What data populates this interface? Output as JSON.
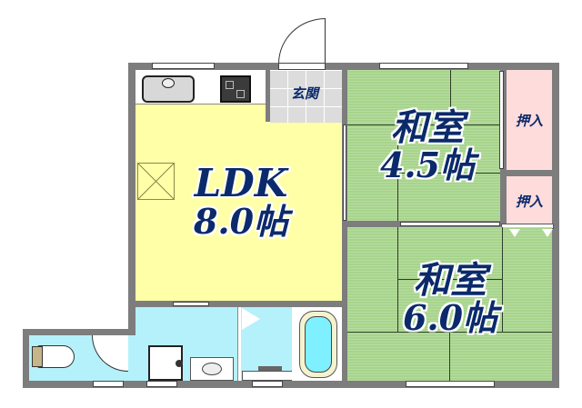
{
  "floorplan": {
    "rooms": {
      "ldk": {
        "name": "LDK",
        "size": "8.0帖"
      },
      "genkan": {
        "name": "玄関"
      },
      "washitsu_1": {
        "name": "和室",
        "size": "4.5帖"
      },
      "washitsu_2": {
        "name": "和室",
        "size": "6.0帖"
      },
      "closet_1": {
        "name": "押入"
      },
      "closet_2": {
        "name": "押入"
      }
    },
    "colors": {
      "wall": "#7d7d7d",
      "ldk": "#ffffa8",
      "tatami": "#a7d48c",
      "closet": "#ffdcdc",
      "wet_area": "#b5f1fb",
      "label_text": "#0b2a6b"
    }
  }
}
